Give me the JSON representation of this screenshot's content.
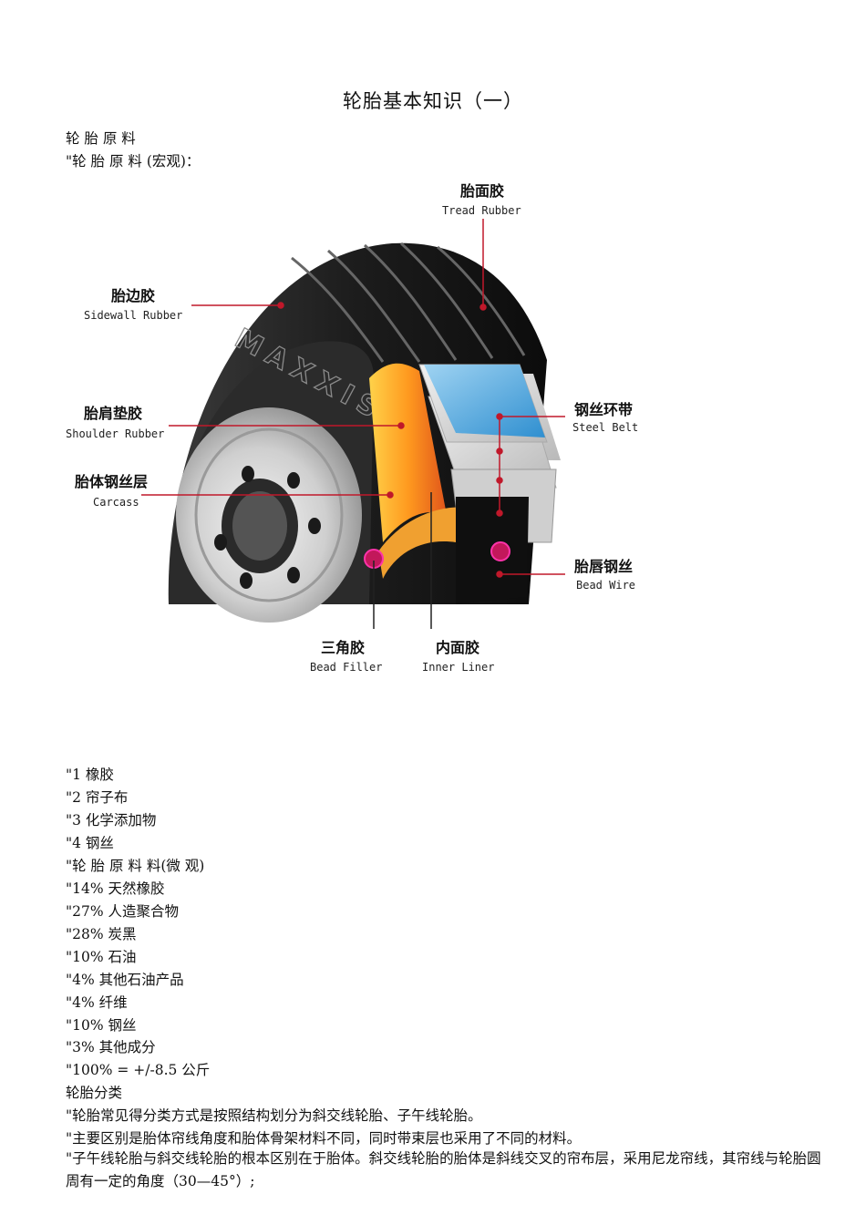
{
  "document": {
    "title": "轮胎基本知识（一）",
    "heading_materials": "轮 胎 原 料",
    "macro_heading": "\"轮 胎 原 料 (宏观)：",
    "figure": {
      "brand": "MAXXIS",
      "labels": {
        "tread_cn": "胎面胶",
        "tread_en": "Tread Rubber",
        "sidewall_cn": "胎边胶",
        "sidewall_en": "Sidewall Rubber",
        "shoulder_cn": "胎肩垫胶",
        "shoulder_en": "Shoulder Rubber",
        "carcass_cn": "胎体钢丝层",
        "carcass_en": "Carcass",
        "steelbelt_cn": "钢丝环带",
        "steelbelt_en": "Steel Belt",
        "beadwire_cn": "胎唇钢丝",
        "beadwire_en": "Bead Wire",
        "beadfiller_cn": "三角胶",
        "beadfiller_en": "Bead Filler",
        "innerliner_cn": "内面胶",
        "innerliner_en": "Inner Liner"
      }
    },
    "macro_items": [
      "\"1  橡胶",
      "\"2  帘子布",
      "\"3  化学添加物",
      "\"4  钢丝"
    ],
    "micro_heading": "\"轮 胎 原 料 料(微 观)",
    "micro_items": [
      "\"14%  天然橡胶",
      "\"27%  人造聚合物",
      "\"28%  炭黑",
      "\"10%  石油",
      "\"4%  其他石油产品",
      "\"4%  纤维",
      "\"10%  钢丝",
      "\"3%  其他成分",
      "\"100% = +/-8.5 公斤"
    ],
    "classification_heading": "轮胎分类",
    "classification_paragraphs": [
      "\"轮胎常见得分类方式是按照结构划分为斜交线轮胎、子午线轮胎。",
      "\"主要区别是胎体帘线角度和胎体骨架材料不同，同时带束层也采用了不同的材料。",
      "\"子午线轮胎与斜交线轮胎的根本区别在于胎体。斜交线轮胎的胎体是斜线交叉的帘布层，采用尼龙帘线，其帘线与轮胎圆周有一定的角度（30—45°）;"
    ]
  }
}
